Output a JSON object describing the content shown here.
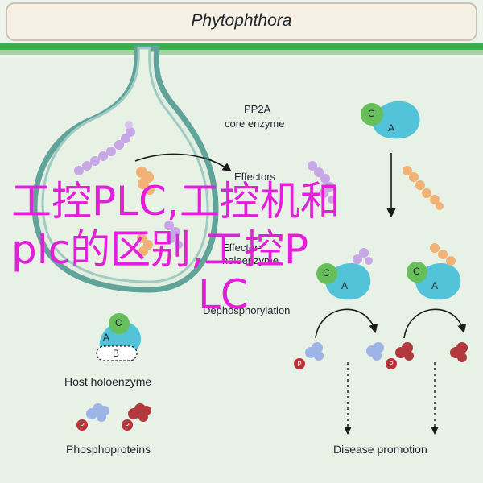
{
  "title": "Phytophthora",
  "labels": {
    "pp2a": "PP2A",
    "core_enzyme": "core enzyme",
    "effectors": "Effectors",
    "effector_holoenzyme_1": "Effector-",
    "effector_holoenzyme_2": "holoenzyme",
    "dephosphorylation": "Dephosphorylation",
    "host_holoenzyme": "Host holoenzyme",
    "phosphoproteins": "Phosphoproteins",
    "disease_promotion": "Disease promotion"
  },
  "subunits": {
    "a": "A",
    "b": "B",
    "c": "C",
    "p": "P"
  },
  "overlay": {
    "line1": "工控PLC,工控机和",
    "line2": "plc的区别,工控P",
    "line3": "LC"
  },
  "colors": {
    "background": "#e8f1e6",
    "membrane": "#5fa39a",
    "green_bar": "#3fae49",
    "title_box": "#f6f1e4",
    "subunit_a": "#52c3d8",
    "subunit_c": "#67bf5a",
    "effector_lavender": "#c7a7e6",
    "effector_orange": "#f2b275",
    "phospho_red": "#b23a3f",
    "overlay_text": "#e31fd9"
  }
}
